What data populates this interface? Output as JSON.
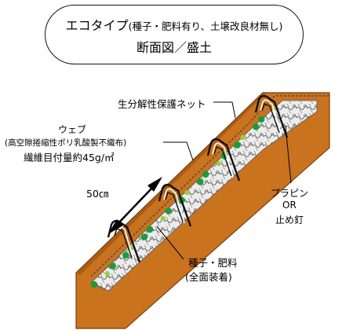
{
  "title": {
    "line1_main": "エコタイプ",
    "line1_detail": "(種子・肥料有り、土壌改良材無し)",
    "line2": "断面図／盛土"
  },
  "labels": {
    "net": "生分解性保護ネット",
    "web": "ウェブ",
    "web_material": "(高空隙捲縮性ポリ乳酸製不織布)",
    "fiber_weight": "繊維目付量約45g/㎡",
    "spacing": "50㎝",
    "pin_line1": "プラピン",
    "pin_line2": "OR",
    "pin_line3": "止め釘",
    "seed_line1": "種子・肥料",
    "seed_line2": "(全面装着)"
  },
  "colors": {
    "soil": "#c9731f",
    "soil_edge": "#7a3f08",
    "seed_green": "#1f9a3a",
    "seed_light": "#98cf4a",
    "mat": "#e2e2e2"
  },
  "icons": {
    "pin": "hairpin-staple-icon",
    "arrow": "double-arrow-icon"
  }
}
